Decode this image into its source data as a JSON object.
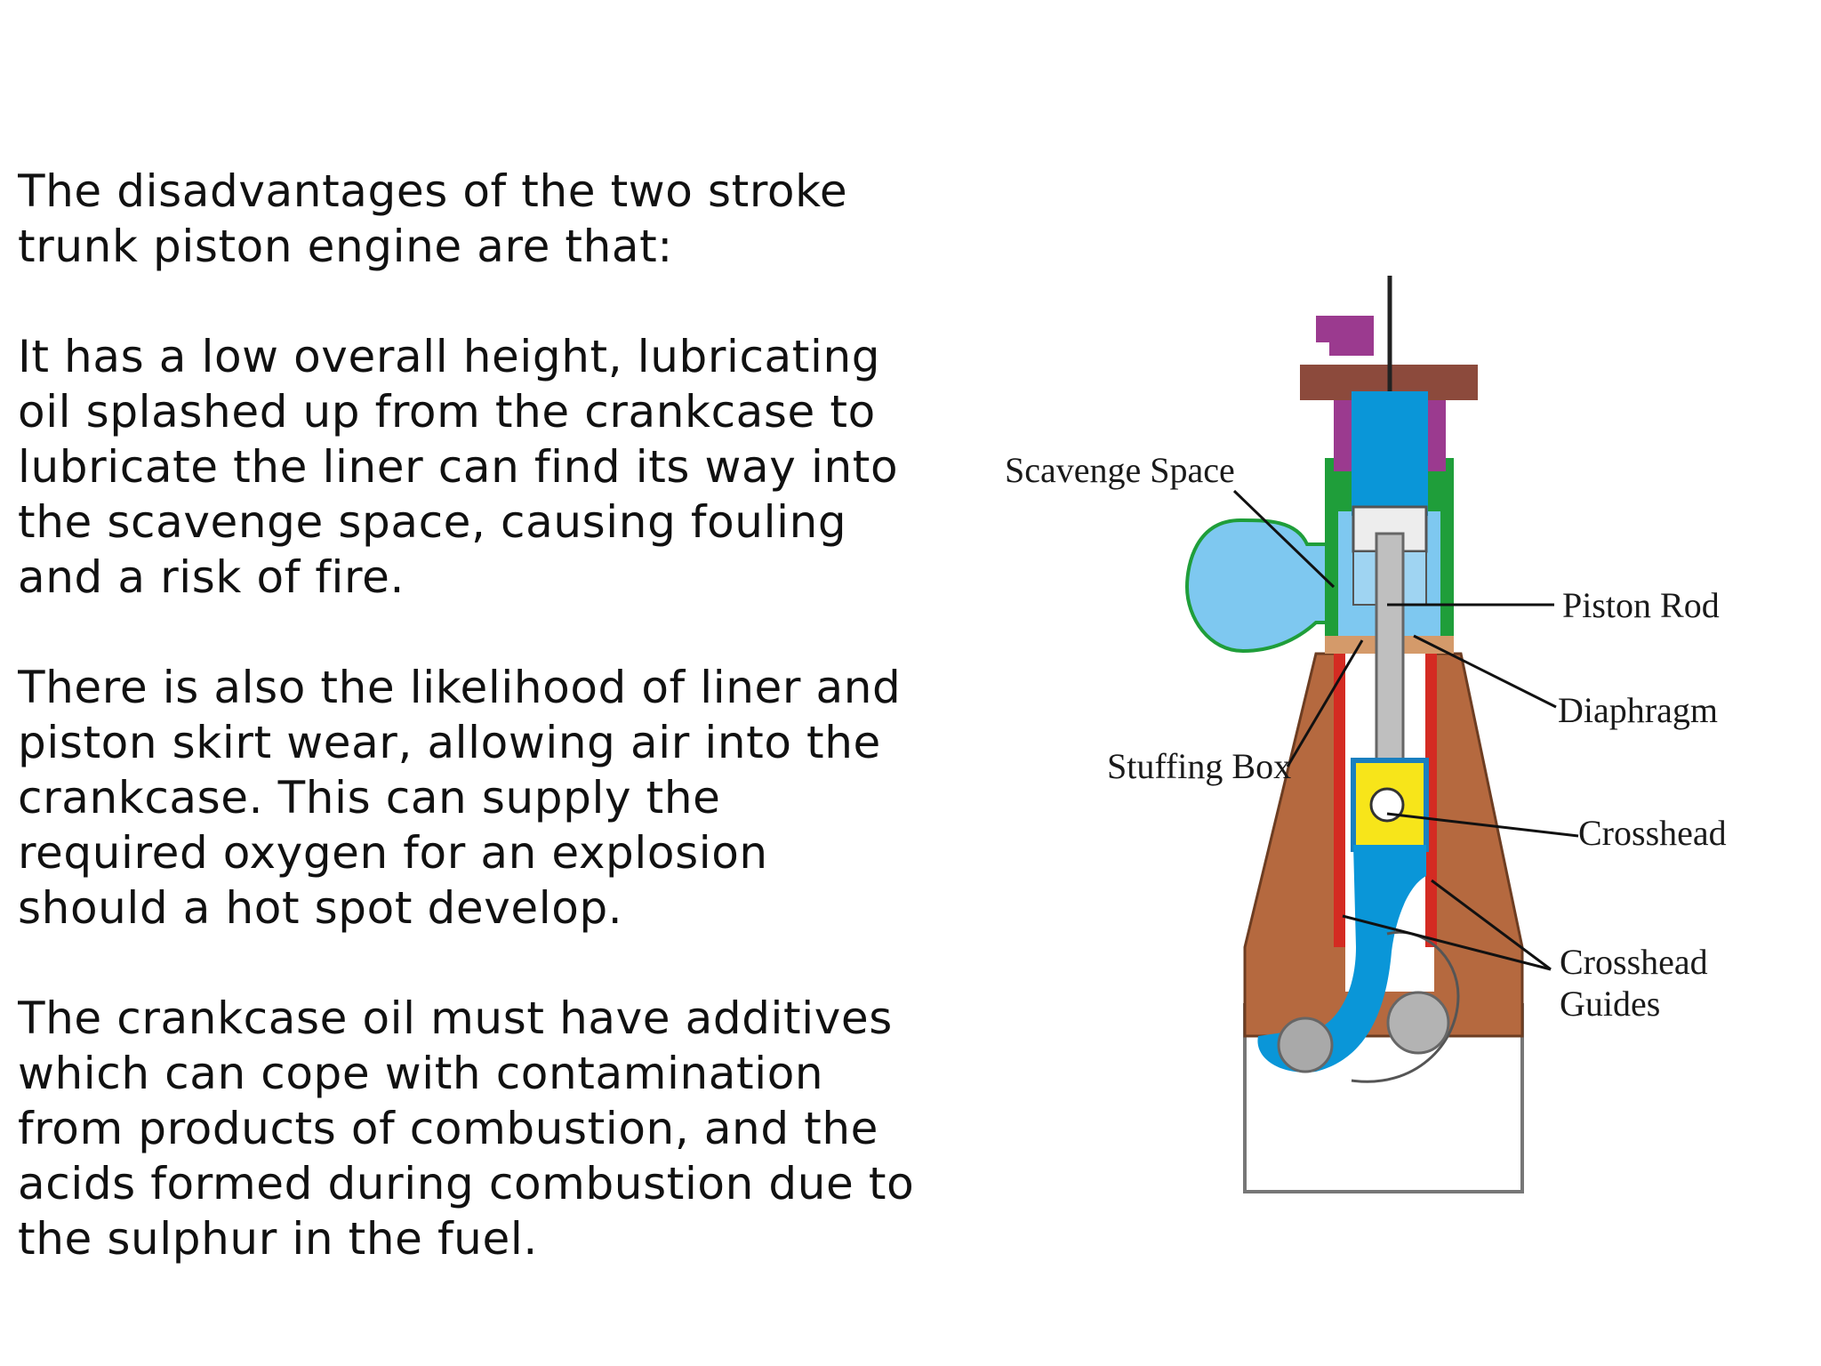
{
  "text": {
    "paragraphs": [
      {
        "lines": [
          "The disadvantages of the two stroke",
          "trunk piston engine are  that:"
        ]
      },
      {
        "lines": [
          "It has a low overall height, lubricating",
          "oil splashed up from the crankcase to",
          "lubricate the liner can find its way into",
          "the scavenge space, causing fouling",
          "and a risk of fire."
        ]
      },
      {
        "lines": [
          "There is also the likelihood of liner and",
          "piston skirt wear, allowing air into the",
          "crankcase. This can supply the",
          "required oxygen for an explosion",
          "should a hot spot develop."
        ]
      },
      {
        "lines": [
          "The crankcase oil must have additives",
          "which can cope with contamination",
          "from products of combustion, and the",
          "acids formed during combustion due to",
          "the sulphur in the fuel."
        ]
      }
    ]
  },
  "diagram": {
    "labels": {
      "scavenge_space": "Scavenge Space",
      "piston_rod": "Piston Rod",
      "diaphragm": "Diaphragm",
      "stuffing_box": "Stuffing Box",
      "crosshead": "Crosshead",
      "crosshead_guides_1": "Crosshead",
      "crosshead_guides_2": "Guides"
    },
    "colors": {
      "frame": "#b5693f",
      "cylinder": "#0a96d8",
      "scavenge": "#7ec8f0",
      "scavenge_outline": "#1f9e3a",
      "head": "#8c4a3c",
      "valve": "#9b3a8f",
      "guides": "#d42b22",
      "crosshead": "#f7e51a",
      "rod": "#bfbfbf"
    }
  }
}
